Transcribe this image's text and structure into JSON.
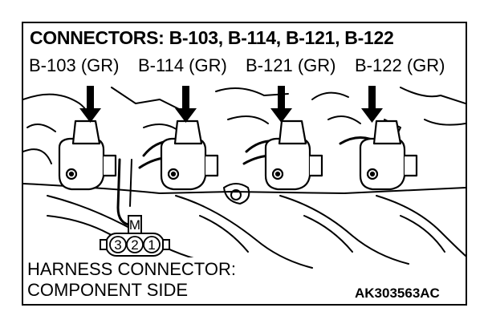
{
  "title": "CONNECTORS: B-103, B-114, B-121, B-122",
  "connectors": [
    {
      "label": "B-103 (GR)"
    },
    {
      "label": "B-114 (GR)"
    },
    {
      "label": "B-121 (GR)"
    },
    {
      "label": "B-122 (GR)"
    }
  ],
  "harness": {
    "key_label": "M",
    "pins": [
      "3",
      "2",
      "1"
    ],
    "caption_line1": "HARNESS CONNECTOR:",
    "caption_line2": "COMPONENT SIDE"
  },
  "figure_id": "AK303563AC"
}
